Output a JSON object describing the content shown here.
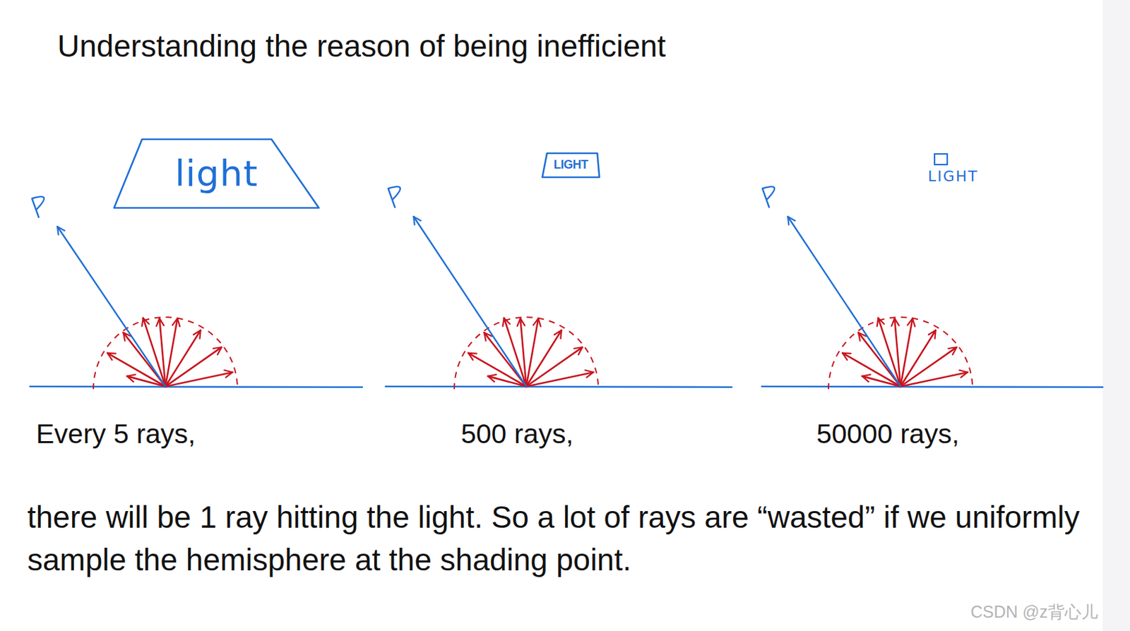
{
  "diagram": {
    "title": "Understanding the reason of being inefficient",
    "caption": "there will be 1 ray hitting the light. So a lot of rays are “wasted” if we uniformly sample the hemisphere at the shading point.",
    "nodes": [
      {
        "text": [
          "light"
        ]
      },
      {
        "text": [
          "LIGHT"
        ]
      },
      {
        "text": [
          "LIGHT"
        ]
      }
    ],
    "labels": [
      "Every 5 rays,",
      "500 rays,",
      "50000 rays,",
      "CSDN @z背心儿"
    ]
  }
}
